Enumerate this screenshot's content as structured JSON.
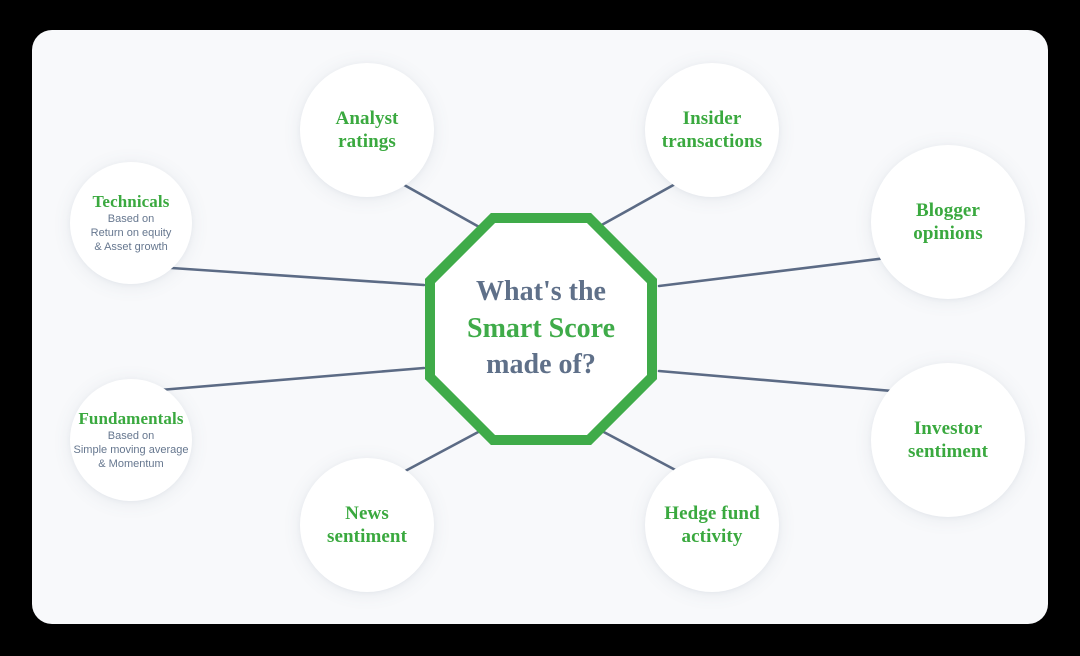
{
  "diagram": {
    "type": "hub-and-spoke",
    "center": {
      "shape": "octagon",
      "border_color": "#3fab49",
      "line1": "What's the",
      "line2": "Smart Score",
      "line3": "made of?",
      "line1_color": "#5f7089",
      "line2_color": "#3fab49",
      "line3_color": "#5f7089"
    },
    "card_background": "#f8f9fb",
    "page_background": "#000000",
    "connector_color": "#5c6b85",
    "node_title_color": "#3aa93f",
    "node_sub_color": "#66778f",
    "nodes": [
      {
        "id": "analyst-ratings",
        "title": "Analyst\nratings",
        "sub": "",
        "position": "top-left"
      },
      {
        "id": "insider-transactions",
        "title": "Insider\ntransactions",
        "sub": "",
        "position": "top-right"
      },
      {
        "id": "blogger-opinions",
        "title": "Blogger\nopinions",
        "sub": "",
        "position": "right-upper"
      },
      {
        "id": "investor-sentiment",
        "title": "Investor\nsentiment",
        "sub": "",
        "position": "right-lower"
      },
      {
        "id": "hedge-fund-activity",
        "title": "Hedge fund\nactivity",
        "sub": "",
        "position": "bottom-right"
      },
      {
        "id": "news-sentiment",
        "title": "News\nsentiment",
        "sub": "",
        "position": "bottom-left"
      },
      {
        "id": "fundamentals",
        "title": "Fundamentals",
        "sub": "Based on\nSimple moving average\n& Momentum",
        "position": "left-lower"
      },
      {
        "id": "technicals",
        "title": "Technicals",
        "sub": "Based on\nReturn on equity\n& Asset growth",
        "position": "left-upper"
      }
    ]
  }
}
